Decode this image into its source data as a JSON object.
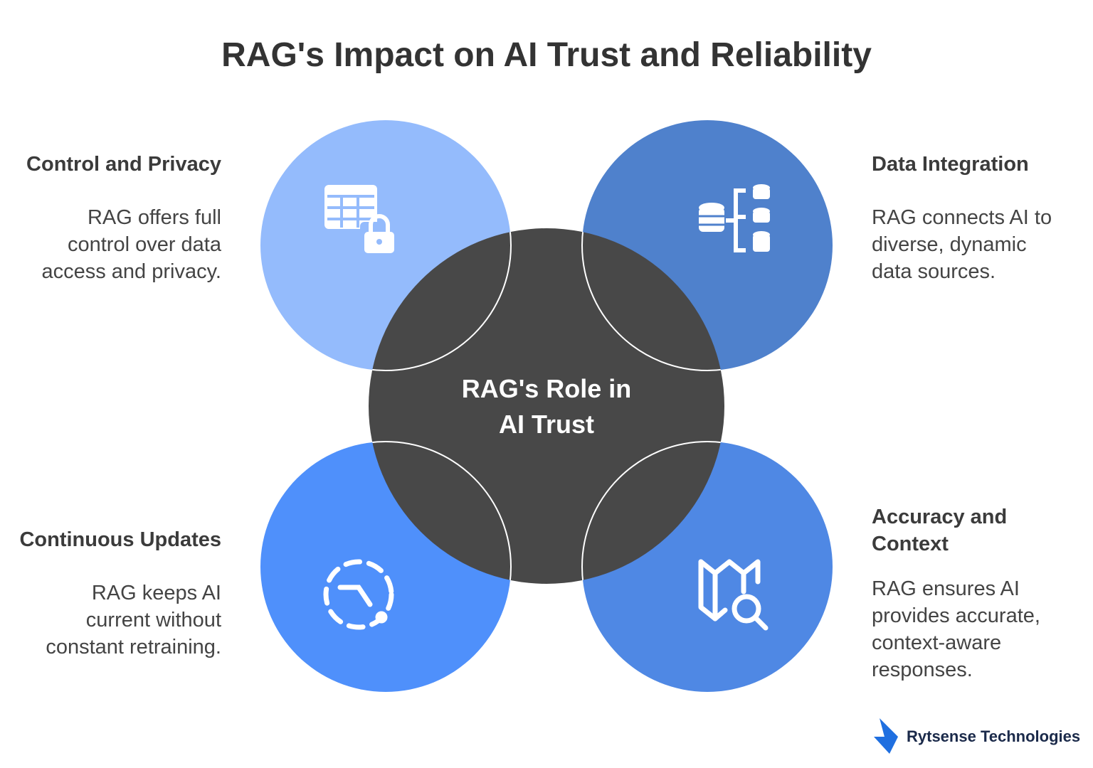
{
  "title": "RAG's Impact on AI Trust and Reliability",
  "center": {
    "line1": "RAG's Role in",
    "line2": "AI Trust"
  },
  "colors": {
    "center": "#484848",
    "top_left": "#94bbfc",
    "top_right": "#4f81cc",
    "bottom_left": "#4f90fb",
    "bottom_right": "#4f88e4",
    "brand": "#1f6fe0"
  },
  "items": [
    {
      "heading": "Control and Privacy",
      "lines": [
        "RAG offers full",
        "control over data",
        "access and privacy."
      ],
      "icon": "table-lock-icon"
    },
    {
      "heading": "Data Integration",
      "lines": [
        "RAG connects AI to",
        "diverse, dynamic",
        "data sources."
      ],
      "icon": "database-network-icon"
    },
    {
      "heading_lines": [
        "Continuous Updates"
      ],
      "lines": [
        "RAG keeps AI",
        "current without",
        "constant retraining."
      ],
      "icon": "dashed-clock-icon"
    },
    {
      "heading_lines": [
        "Accuracy and",
        "Context"
      ],
      "lines": [
        "RAG ensures AI",
        "provides accurate,",
        "context-aware",
        "responses."
      ],
      "icon": "map-search-icon"
    }
  ],
  "brand": {
    "name": "Rytsense Technologies",
    "logo": "rytsense-logo-icon"
  }
}
